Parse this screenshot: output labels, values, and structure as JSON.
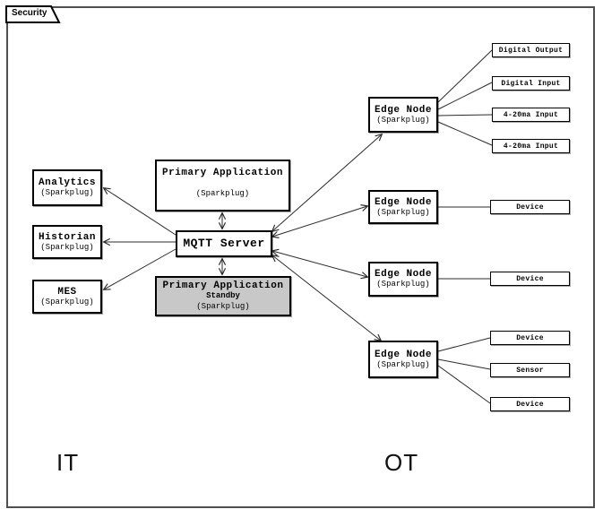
{
  "frame": {
    "label": "Security"
  },
  "zones": {
    "it": "IT",
    "ot": "OT"
  },
  "it_apps": [
    {
      "title": "Analytics",
      "sub": "(Sparkplug)"
    },
    {
      "title": "Historian",
      "sub": "(Sparkplug)"
    },
    {
      "title": "MES",
      "sub": "(Sparkplug)"
    }
  ],
  "primary_app": {
    "title": "Primary Application",
    "sub": "(Sparkplug)"
  },
  "mqtt_server": {
    "title": "MQTT Server"
  },
  "standby_app": {
    "title": "Primary Application",
    "state": "Standby",
    "sub": "(Sparkplug)"
  },
  "edge_nodes": [
    {
      "title": "Edge Node",
      "sub": "(Sparkplug)",
      "devices": [
        "Digital Output",
        "Digital Input",
        "4-20ma Input",
        "4-20ma Input"
      ]
    },
    {
      "title": "Edge Node",
      "sub": "(Sparkplug)",
      "devices": [
        "Device"
      ]
    },
    {
      "title": "Edge Node",
      "sub": "(Sparkplug)",
      "devices": [
        "Device"
      ]
    },
    {
      "title": "Edge Node",
      "sub": "(Sparkplug)",
      "devices": [
        "Device",
        "Sensor",
        "Device"
      ]
    }
  ],
  "colors": {
    "standby_fill": "#c8c8c8",
    "box_border": "#000000",
    "frame_border": "#4f4f4f",
    "line": "#2b2b2b"
  }
}
